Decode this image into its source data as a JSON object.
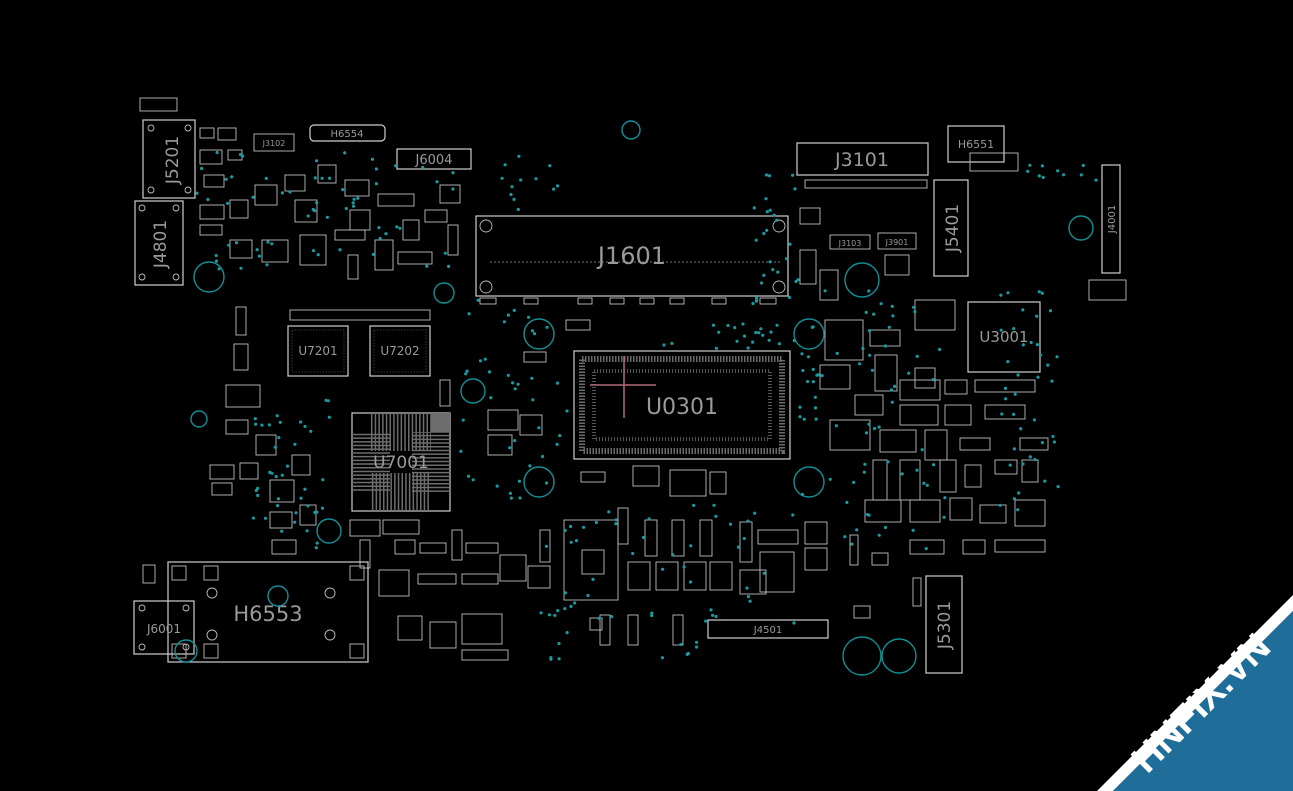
{
  "board": {
    "component_labels": {
      "J5201": "J5201",
      "J4801": "J4801",
      "J6004": "J6004",
      "J3102": "J3102",
      "H6554": "H6554",
      "J1601": "J1601",
      "J3101": "J3101",
      "H6551": "H6551",
      "J5401": "J5401",
      "J4001": "J4001",
      "J3103": "J3103",
      "J3901": "J3901",
      "U3001": "U3001",
      "U7201": "U7201",
      "U7202": "U7202",
      "U0301": "U0301",
      "U7001": "U7001",
      "H6553": "H6553",
      "J6001": "J6001",
      "J4501": "J4501",
      "J5301": "J5301"
    }
  },
  "colors": {
    "background": "#000000",
    "outline": "#cfcfcf",
    "label": "#9a9a9a",
    "via": "#1a9aa0",
    "marker": "#b06b74",
    "watermark_band": "#1f6d99",
    "watermark_text": "#ffffff"
  },
  "watermark": {
    "text": "HNFIX.VN"
  }
}
